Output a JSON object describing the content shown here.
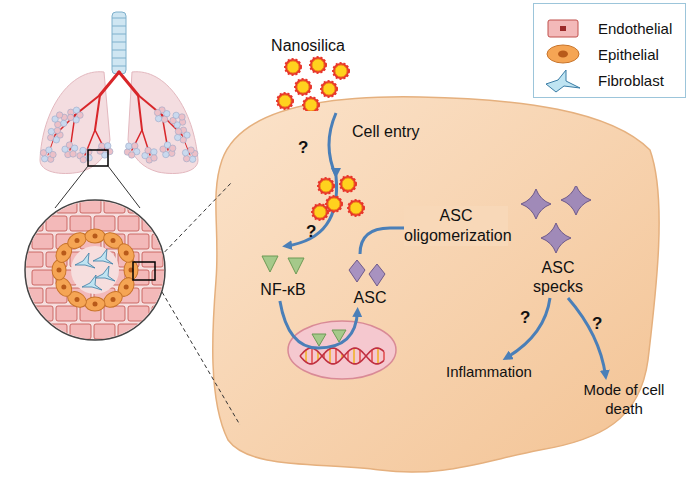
{
  "diagram": {
    "nodes": [
      {
        "text": [
          "Nanosilica"
        ]
      },
      {
        "text": [
          "NF-κB"
        ]
      },
      {
        "text": [
          "ASC"
        ]
      },
      {
        "text": [
          "ASC specks"
        ]
      },
      {
        "text": [
          "Inflammation"
        ]
      },
      {
        "text": [
          "Mode of cell death"
        ]
      }
    ],
    "edges": [
      {
        "from": 0,
        "to": 1,
        "arrow": "to",
        "label": "Cell entry"
      },
      {
        "from": 1,
        "to": 2,
        "arrow": "to"
      },
      {
        "from": 2,
        "to": 3,
        "arrow": "to",
        "label": "ASC oligomerization"
      },
      {
        "from": 3,
        "to": 4,
        "arrow": "to"
      },
      {
        "from": 3,
        "to": 5,
        "arrow": "to"
      }
    ],
    "labels": [
      "?",
      "?",
      "?",
      "?"
    ],
    "legend": [
      {
        "text": "Endothelial"
      },
      {
        "text": "Epithelial"
      },
      {
        "text": "Fibroblast"
      }
    ]
  }
}
